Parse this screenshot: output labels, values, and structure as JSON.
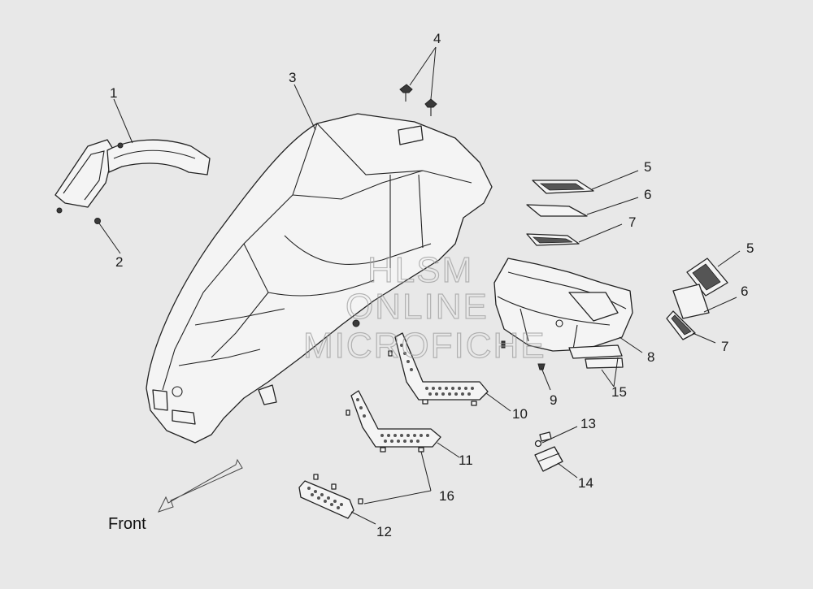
{
  "callouts": [
    "1",
    "2",
    "3",
    "4",
    "5",
    "6",
    "7",
    "8",
    "9",
    "10",
    "11",
    "12",
    "13",
    "14",
    "15",
    "16",
    "5",
    "6",
    "7"
  ],
  "front_label": "Front",
  "watermark": [
    "HLSM",
    "ONLINE",
    "MICROFICHE"
  ]
}
